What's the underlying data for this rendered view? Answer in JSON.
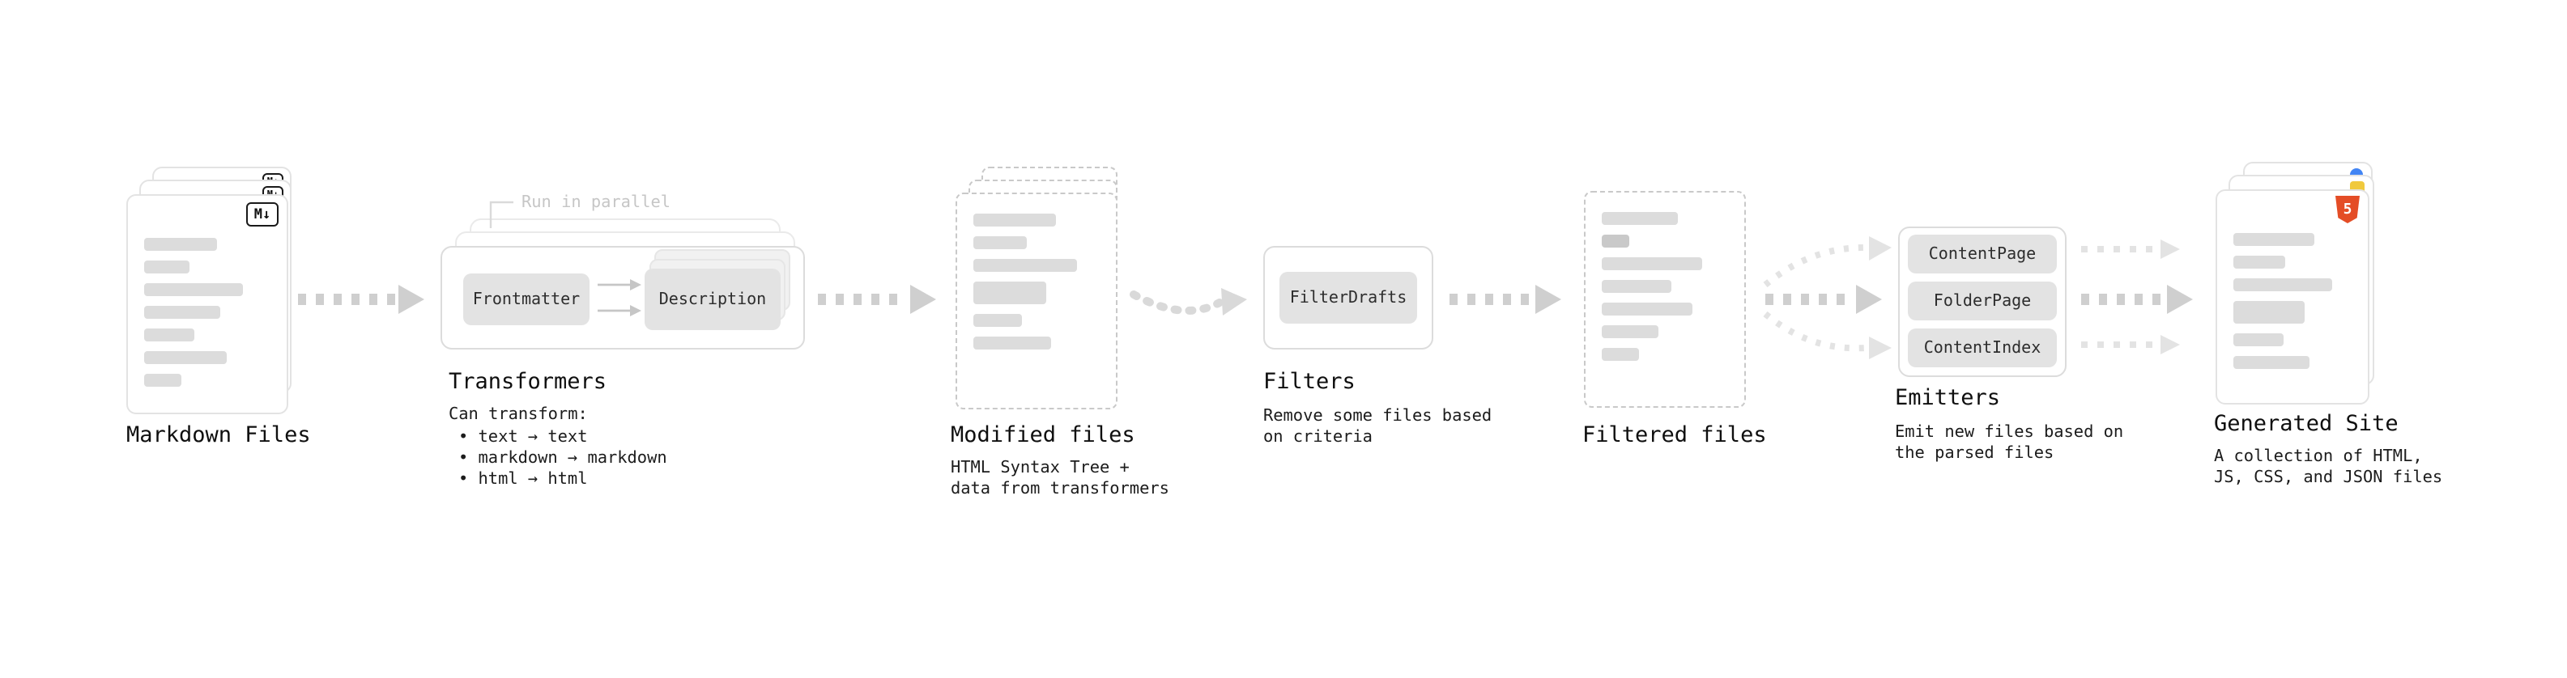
{
  "nodes": {
    "markdown_files": {
      "title": "Markdown Files",
      "icon_label": "M↓"
    },
    "transformers": {
      "title": "Transformers",
      "parallel_note": "Run in parallel",
      "step1": "Frontmatter",
      "step2": "Description",
      "note_heading": "Can transform:",
      "note_items": [
        "• text → text",
        "• markdown → markdown",
        "• html → html"
      ]
    },
    "modified_files": {
      "title": "Modified files",
      "note": "HTML Syntax Tree +\ndata from transformers"
    },
    "filters": {
      "title": "Filters",
      "step": "FilterDrafts",
      "note": "Remove some files based\non criteria"
    },
    "filtered_files": {
      "title": "Filtered files"
    },
    "emitters": {
      "title": "Emitters",
      "items": [
        "ContentPage",
        "FolderPage",
        "ContentIndex"
      ],
      "note": "Emit new files based on\nthe parsed files"
    },
    "generated_site": {
      "title": "Generated Site",
      "icon_label": "5",
      "note": "A collection of HTML,\nJS, CSS, and JSON files"
    }
  },
  "colors": {
    "html5_badge": "#e44d26",
    "js_badge": "#f0c93d",
    "css_badge": "#4285f4",
    "arrow": "#cfcfcf",
    "muted_text": "#c6c6c6"
  }
}
